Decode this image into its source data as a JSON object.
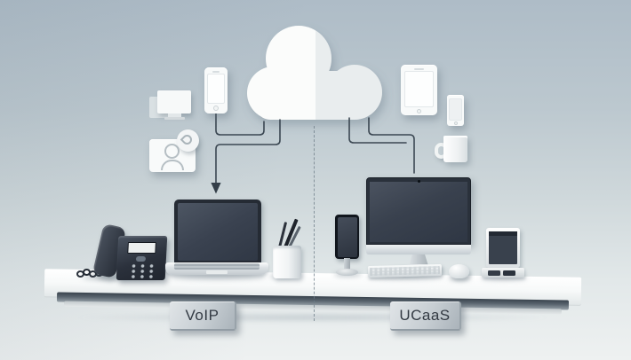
{
  "scene": {
    "description": "Split concept illustration: VoIP setup (left) and UCaaS setup (right) connected to a central cloud, separated by a dashed divider on a white desk",
    "labels": {
      "left": "VoIP",
      "right": "UCaaS"
    },
    "divider_style": "vertical dashed line below cloud",
    "colors": {
      "background_top": "#aebcc7",
      "background_bottom": "#eef1f1",
      "cloud_left_half": "#fbfcfb",
      "cloud_right_half": "#e9edee",
      "connector_line": "#3b4752",
      "device_dark": "#2e3640",
      "desk_surface": "#ffffff",
      "desk_edge_shadow": "#49545f",
      "label_plate": "#c7ced3",
      "label_text": "#333a43"
    },
    "icons": {
      "center": "cloud-icon",
      "left_floating": [
        "smartphone-icon",
        "monitor-icon",
        "contact-card-icon"
      ],
      "right_floating": [
        "tablet-icon",
        "smartphone-icon",
        "mug-icon"
      ],
      "left_desk_devices": [
        "desk-phone",
        "laptop",
        "pen-cup"
      ],
      "right_desk_devices": [
        "phone-on-stand",
        "desktop-monitor",
        "keyboard",
        "mouse",
        "mini-tablet-with-dock"
      ],
      "arrow": "down-arrow-cloud-to-laptop"
    }
  }
}
